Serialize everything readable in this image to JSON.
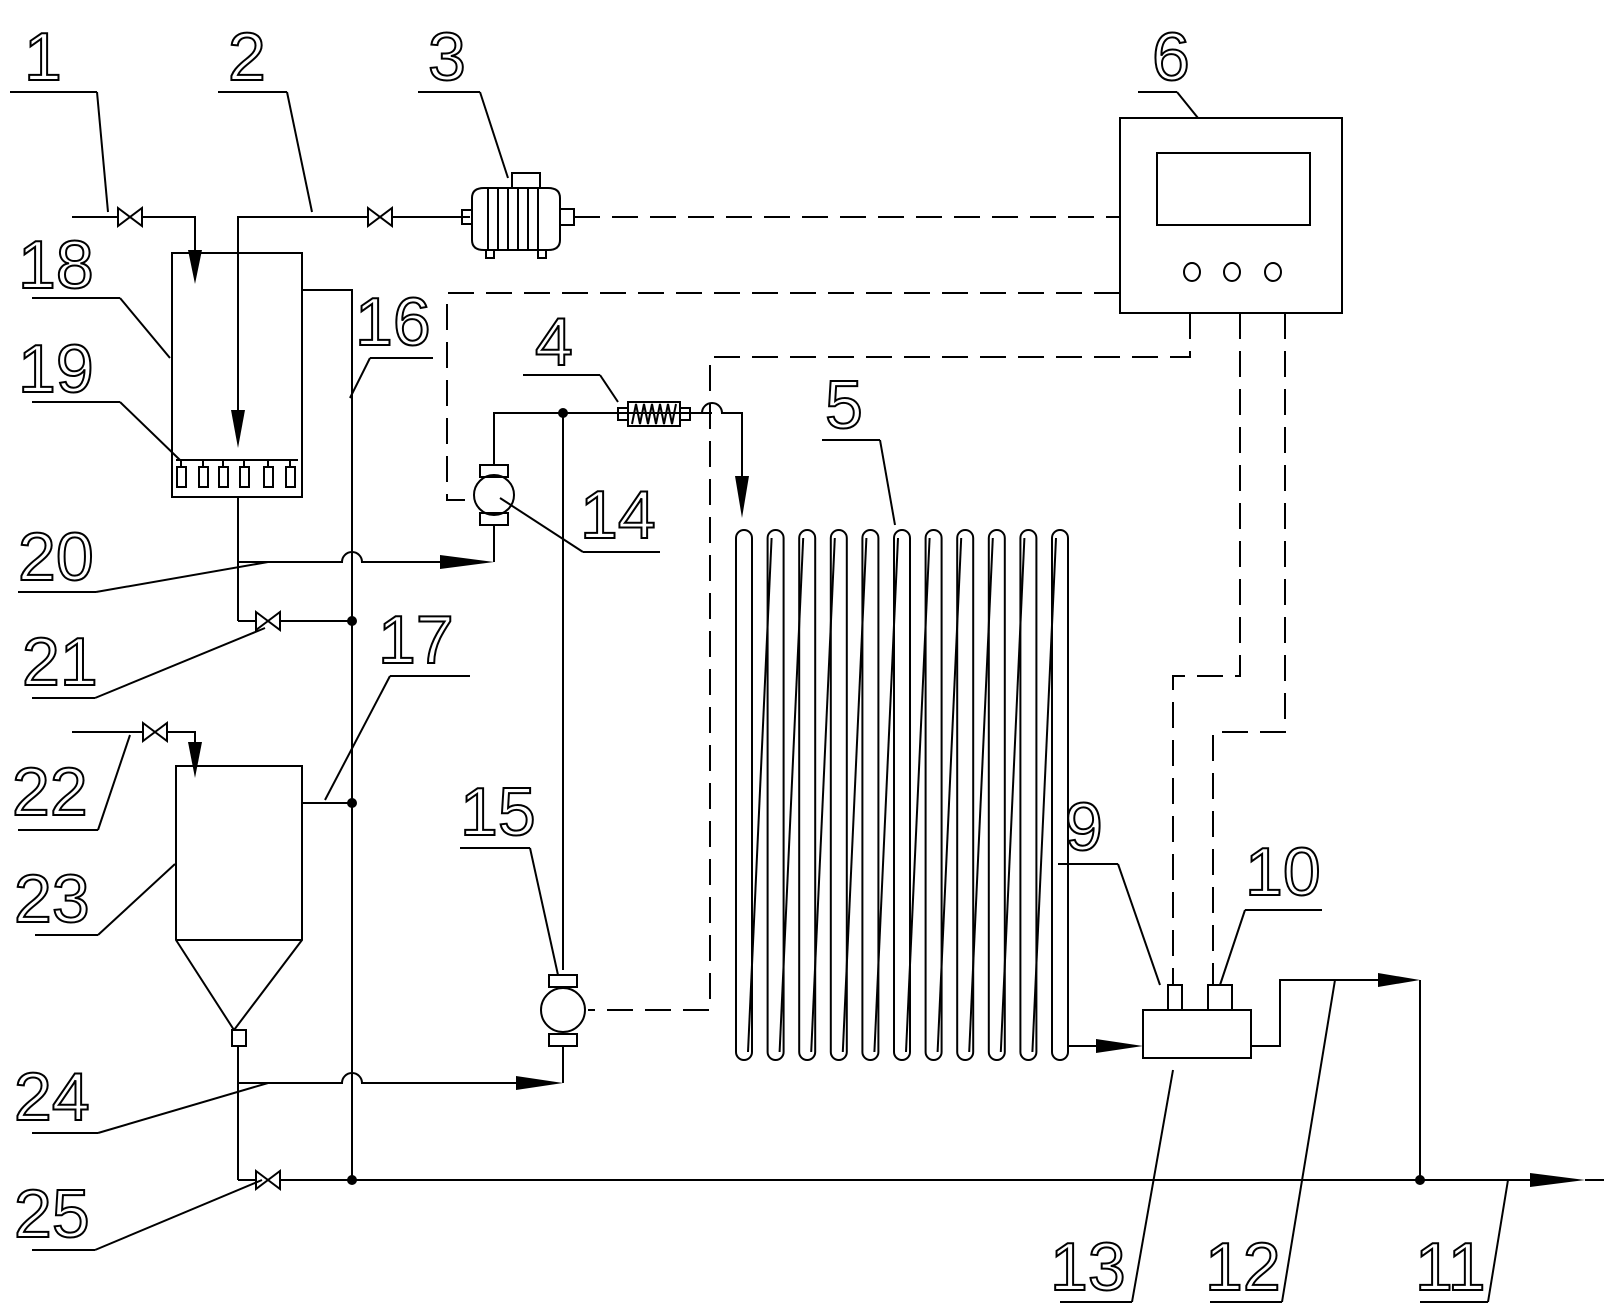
{
  "labels": {
    "l1": "1",
    "l2": "2",
    "l3": "3",
    "l4": "4",
    "l5": "5",
    "l6": "6",
    "l9": "9",
    "l10": "10",
    "l11": "11",
    "l12": "12",
    "l13": "13",
    "l14": "14",
    "l15": "15",
    "l16": "16",
    "l17": "17",
    "l18": "18",
    "l19": "19",
    "l20": "20",
    "l21": "21",
    "l22": "22",
    "l23": "23",
    "l24": "24",
    "l25": "25"
  }
}
